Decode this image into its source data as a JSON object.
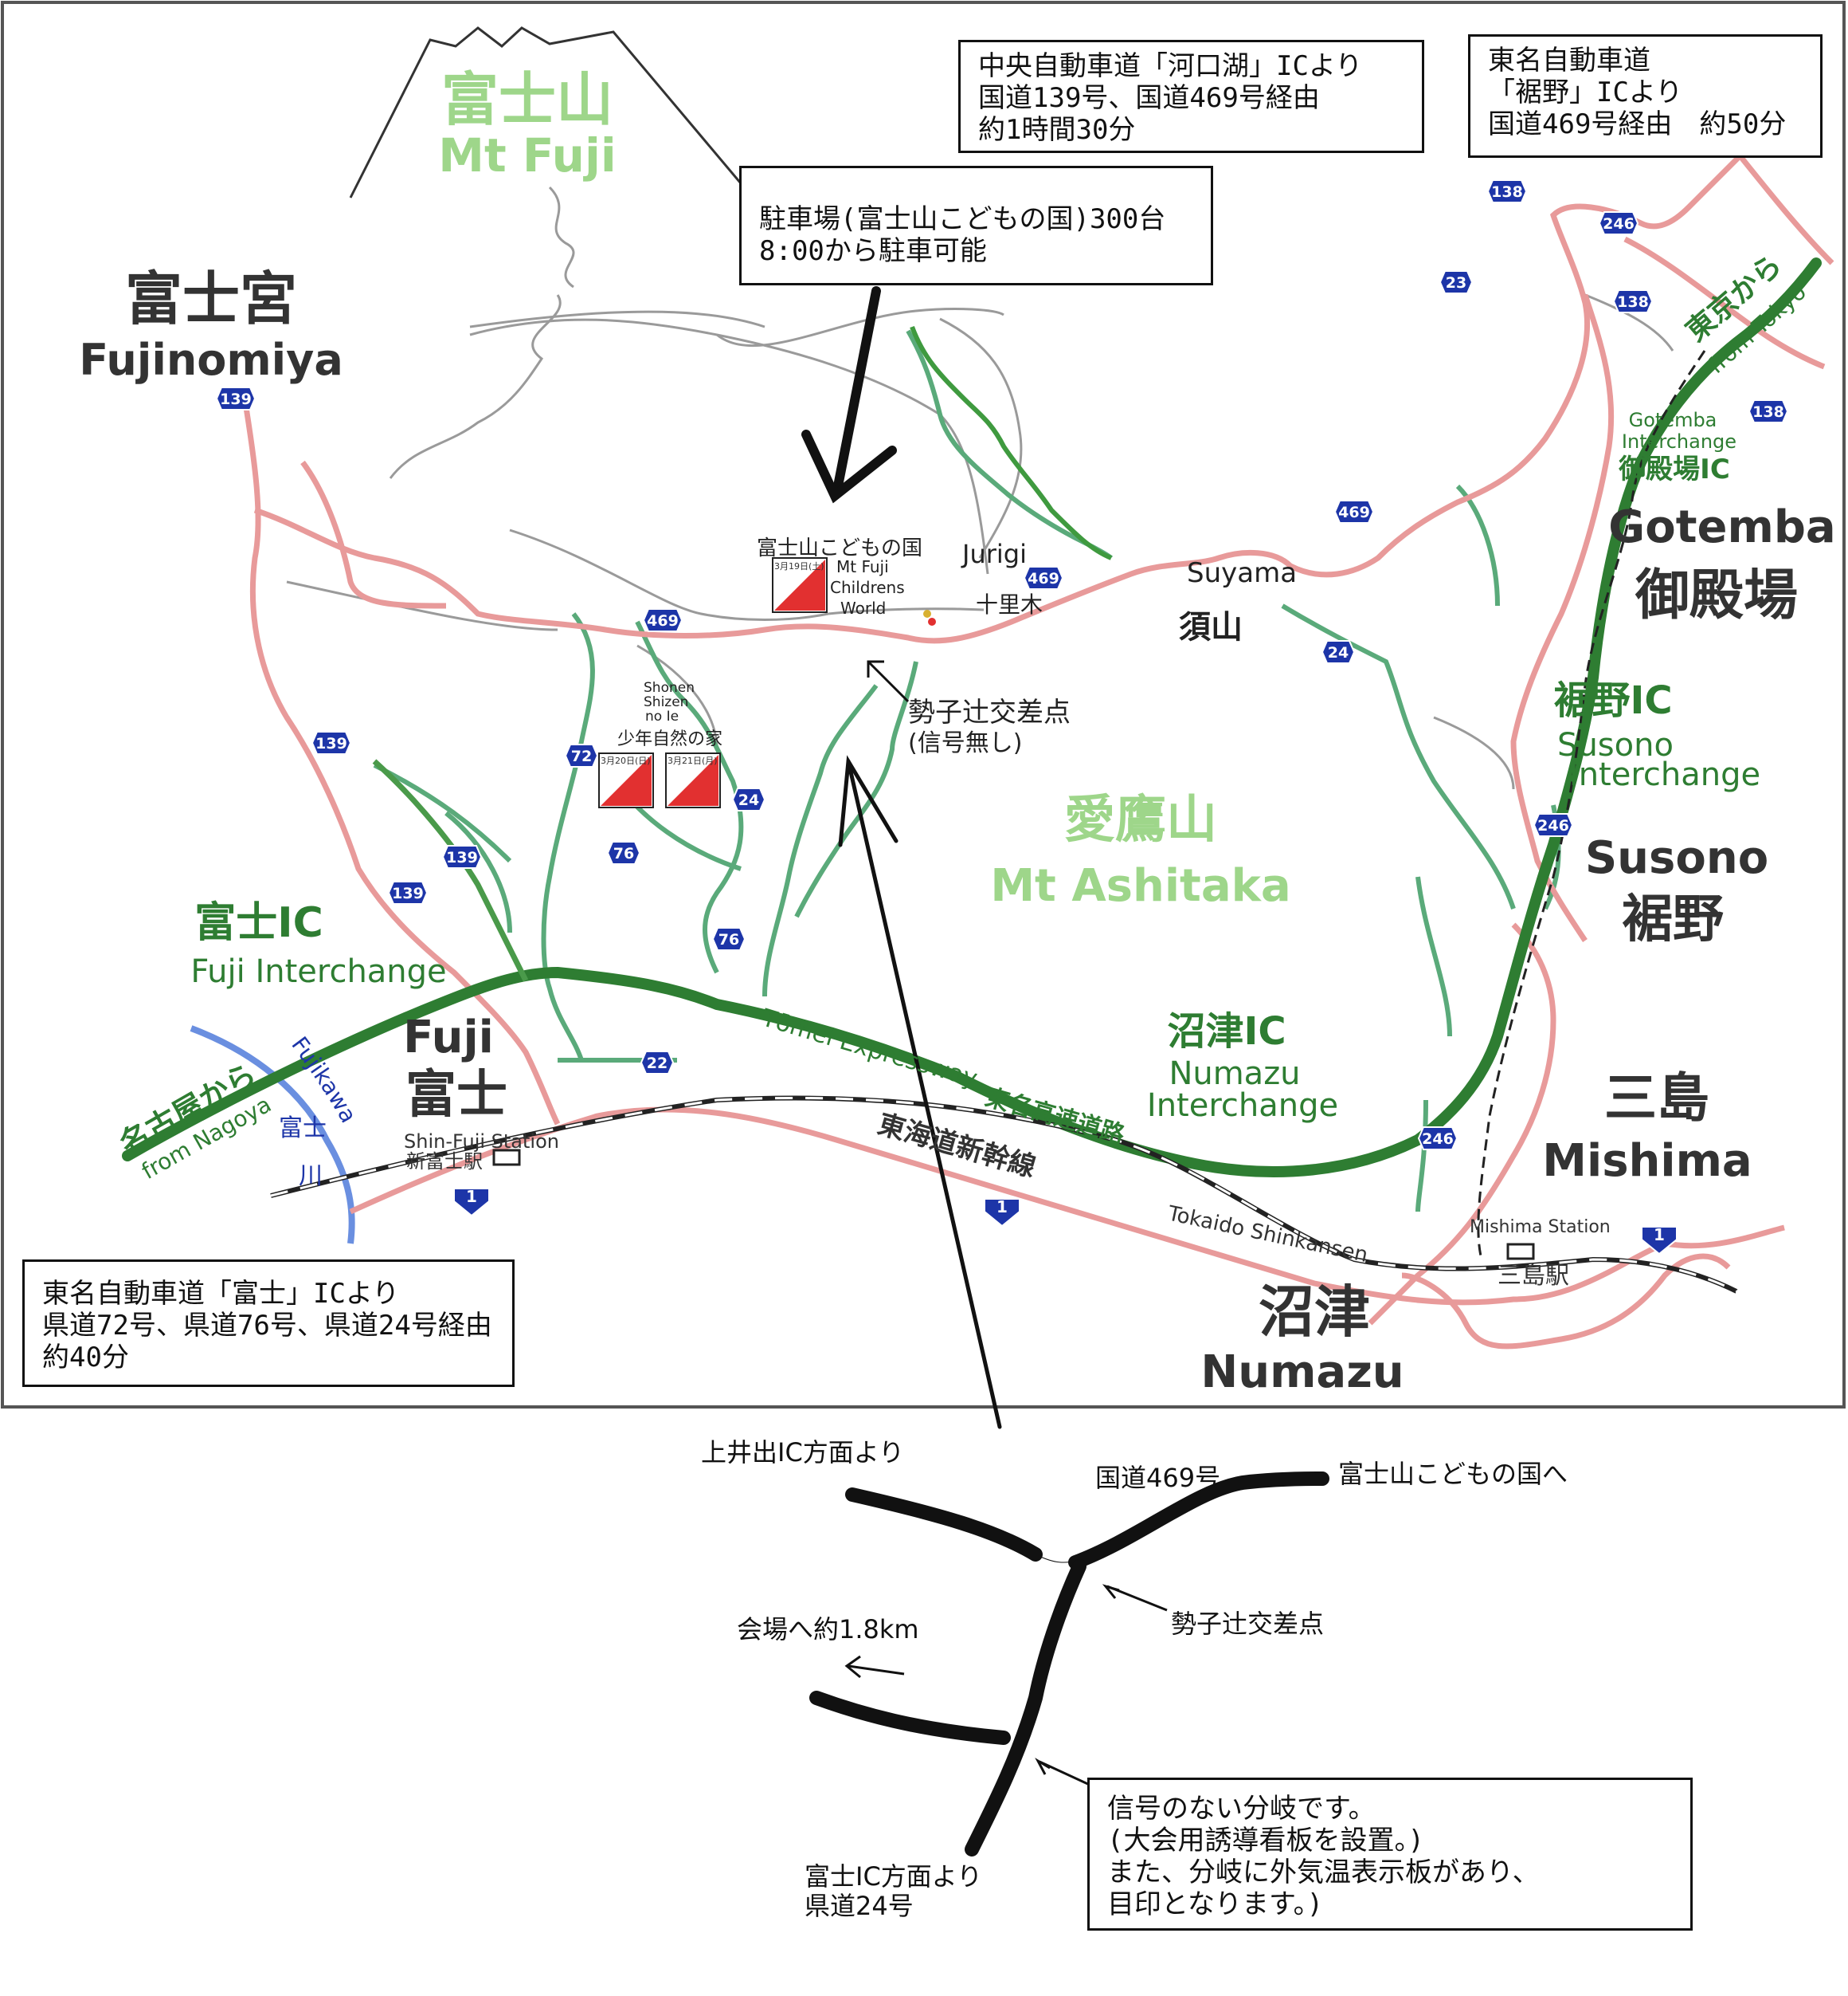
{
  "colors": {
    "expressway": "#2e7d32",
    "national_route": "#e89a9a",
    "prefectural_route": "#5aaa7a",
    "local_road": "#aaaaaa",
    "river": "#6a8fe0",
    "mountain_label": "#9ed68a",
    "interchange_label": "#2e7d32",
    "shield": "#1d35a8",
    "event_flag": "#e23030"
  },
  "mountains": {
    "fuji": {
      "ja": "富士山",
      "en": "Mt Fuji"
    },
    "ashitaka": {
      "ja": "愛鷹山",
      "en": "Mt Ashitaka"
    }
  },
  "cities": {
    "fujinomiya": {
      "ja": "富士宮",
      "en": "Fujinomiya"
    },
    "fuji": {
      "en": "Fuji",
      "ja": "富士"
    },
    "gotemba": {
      "en": "Gotemba",
      "ja": "御殿場"
    },
    "susono": {
      "en": "Susono",
      "ja": "裾野"
    },
    "mishima": {
      "ja": "三島",
      "en": "Mishima"
    },
    "numazu": {
      "ja": "沼津",
      "en": "Numazu"
    }
  },
  "places": {
    "suyama_en": "Suyama",
    "suyama_ja": "須山",
    "jurigi_en": "Jurigi",
    "jurigi_ja": "十里木",
    "childrens_world_ja": "富士山こどもの国",
    "childrens_world_en_1": "Mt Fuji",
    "childrens_world_en_2": "Childrens",
    "childrens_world_en_3": "World",
    "shonen_en_1": "Shonen",
    "shonen_en_2": "Shizen",
    "shonen_en_3": "no Ie",
    "shonen_ja": "少年自然の家",
    "junction_ja": "勢子辻交差点",
    "junction_note": "(信号無し)"
  },
  "event_days": {
    "day1": "3月19日(土)",
    "day2": "3月20日(日)",
    "day3": "3月21日(月)"
  },
  "interchanges": {
    "fuji_ja": "富士IC",
    "fuji_en": "Fuji Interchange",
    "gotemba_en_1": "Gotemba",
    "gotemba_en_2": "Interchange",
    "gotemba_ja": "御殿場IC",
    "susono_ja": "裾野IC",
    "susono_en_1": "Susono",
    "susono_en_2": "Interchange",
    "numazu_ja": "沼津IC",
    "numazu_en_1": "Numazu",
    "numazu_en_2": "Interchange"
  },
  "expressway": {
    "from_nagoya_ja": "名古屋から",
    "from_nagoya_en": "from Nagoya",
    "from_tokyo_ja": "東京から",
    "from_tokyo_en": "from Tokyo",
    "tomei_en": "Tōmei Expressway",
    "tomei_ja": "東名高速道路"
  },
  "railway": {
    "shinkansen_ja": "東海道新幹線",
    "shinkansen_en": "Tokaido Shinkansen",
    "shin_fuji_en": "Shin-Fuji Station",
    "shin_fuji_ja": "新富士駅",
    "mishima_en": "Mishima Station",
    "mishima_ja": "三島駅"
  },
  "river": {
    "en": "Fujikawa",
    "ja_1": "富士",
    "ja_2": "川"
  },
  "route_shields": {
    "r139": "139",
    "r469": "469",
    "r24": "24",
    "r72": "72",
    "r76": "76",
    "r22": "22",
    "r1": "1",
    "r138": "138",
    "r246": "246",
    "r23": "23"
  },
  "info_boxes": {
    "kawaguchiko": "中央自動車道「河口湖」ICより\n国道139号、国道469号経由\n約1時間30分",
    "susono": "東名自動車道\n「裾野」ICより\n国道469号経由　約50分",
    "parking": "駐車場(富士山こどもの国)300台\n8:00から駐車可能",
    "fuji_ic": "東名自動車道「富士」ICより\n県道72号、県道76号、県道24号経由\n約40分"
  },
  "inset": {
    "from_kamiide": "上井出IC方面より",
    "route469": "国道469号",
    "to_childrens_world": "富士山こどもの国へ",
    "junction": "勢子辻交差点",
    "to_venue": "会場へ約1.8km",
    "from_fuji_ic_1": "富士IC方面より",
    "from_fuji_ic_2": "県道24号",
    "note": "信号のない分岐です。\n(大会用誘導看板を設置。)\nまた、分岐に外気温表示板があり、\n目印となります。)"
  }
}
